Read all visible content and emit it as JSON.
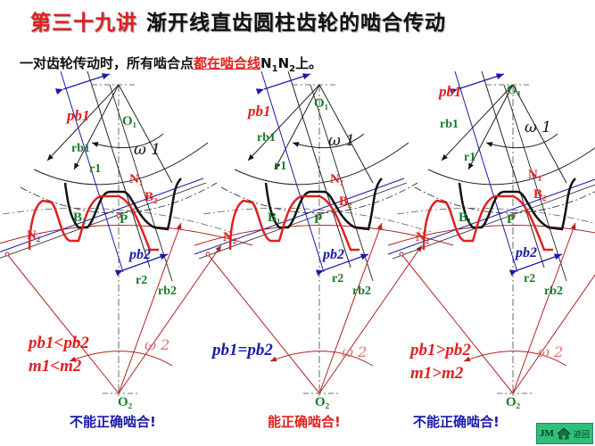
{
  "slide": {
    "lecture_number": "第三十九讲",
    "title": "渐开线直齿圆柱齿轮的啮合传动",
    "subtitle_prefix": "一对齿轮传动时，所有啮合点",
    "subtitle_highlight": "都在啮合线",
    "subtitle_line_n1": "N",
    "subtitle_line_sub1": "1",
    "subtitle_line_n2": "N",
    "subtitle_line_sub2": "2",
    "subtitle_suffix": "上。"
  },
  "colors": {
    "red": "#e02020",
    "green": "#1a7a2a",
    "blue": "#1a1aa8",
    "black": "#111111",
    "gear2_red": "#b22222",
    "button_green": "#2fbf7a"
  },
  "labels": {
    "O1": "O₁",
    "O2": "O₂",
    "N1": "N₁",
    "N2": "N₂",
    "B1": "B₁",
    "B2": "B₂",
    "P": "P",
    "rb1": "rb1",
    "r1": "r1",
    "r2": "r2",
    "rb2": "rb2",
    "pb1": "pb1",
    "pb2": "pb2",
    "omega1": "ω 1",
    "omega2": "ω 2"
  },
  "panels": [
    {
      "id": "left",
      "condition_line1": "pb1<pb2",
      "condition_line2": "m1<m2",
      "condition_color": "#e02020",
      "verdict": "不能正确啮合!",
      "verdict_color": "#1a1aa8"
    },
    {
      "id": "middle",
      "condition_line1": "pb1=pb2",
      "condition_line2": "",
      "condition_color": "#1a1aa8",
      "verdict": "能正确啮合!",
      "verdict_color": "#e02020"
    },
    {
      "id": "right",
      "condition_line1": "pb1>pb2",
      "condition_line2": "m1>m2",
      "condition_color": "#e02020",
      "verdict": "不能正确啮合!",
      "verdict_color": "#1a1aa8"
    }
  ],
  "return_button": {
    "logo": "JM",
    "icon": "home-icon",
    "label": "返回"
  }
}
